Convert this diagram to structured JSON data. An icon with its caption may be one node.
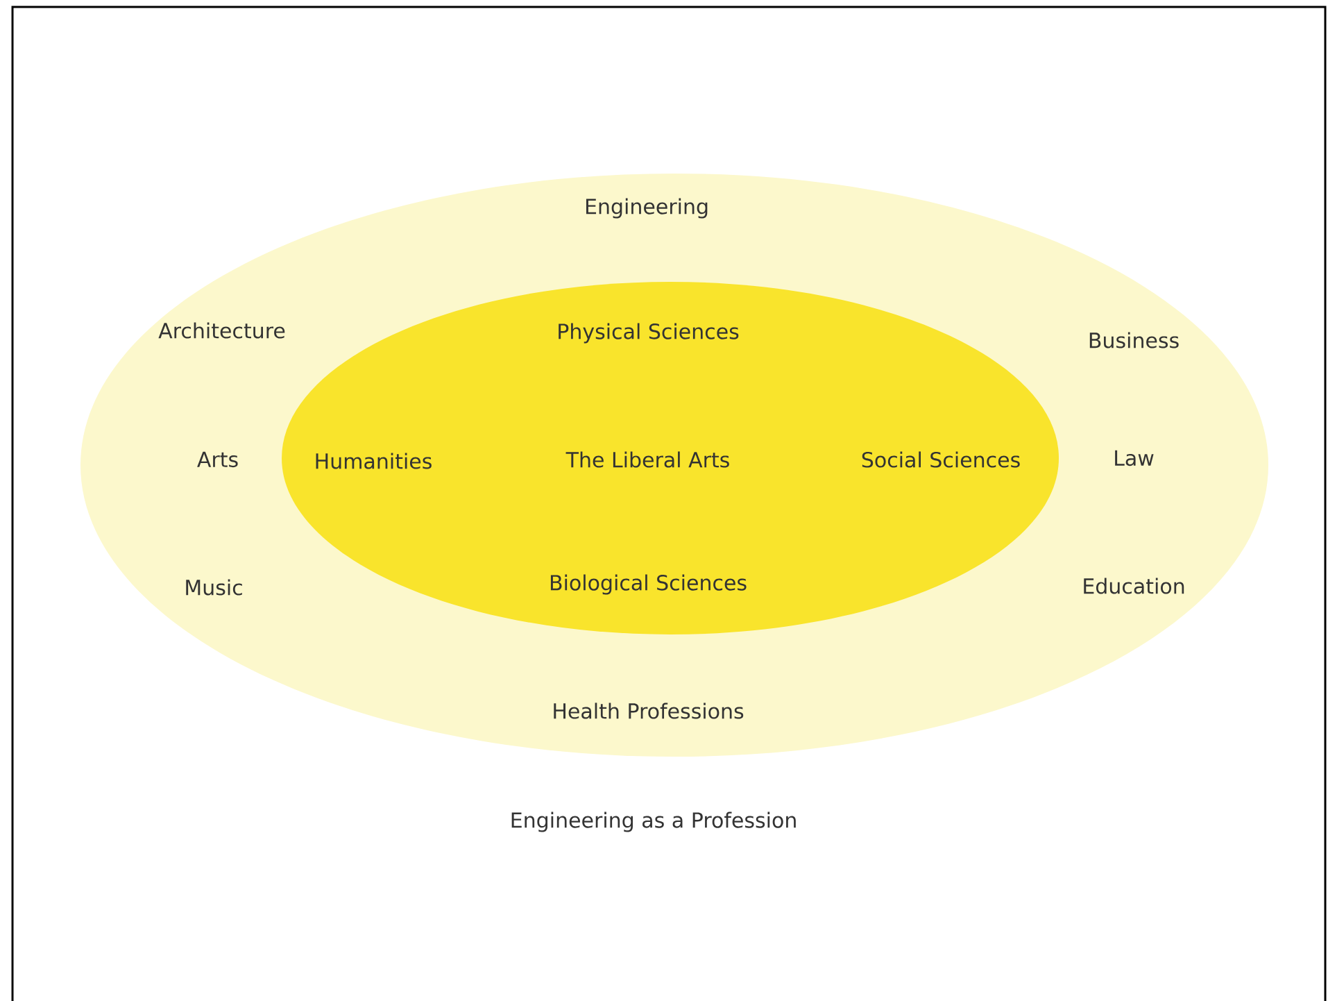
{
  "diagram": {
    "caption": "Engineering as a Profession",
    "nodes": [
      {
        "text": [
          "Engineering",
          "Architecture",
          "Business",
          "Arts",
          "Law",
          "Music",
          "Education",
          "Health Professions"
        ]
      },
      {
        "text": [
          "Physical Sciences",
          "Humanities",
          "The Liberal Arts",
          "Social Sciences",
          "Biological Sciences"
        ],
        "in": 0
      }
    ]
  }
}
